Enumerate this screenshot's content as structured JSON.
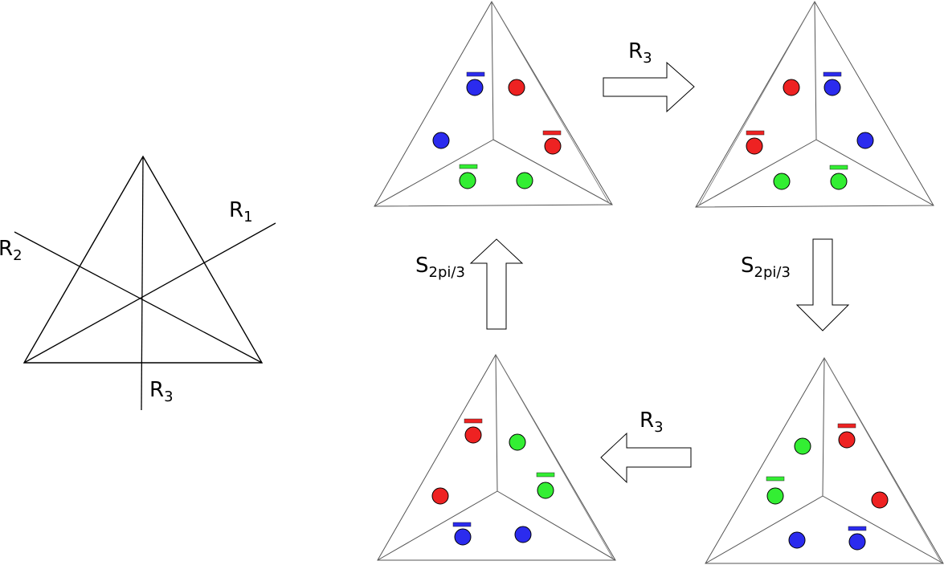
{
  "reflection_labels": {
    "r1": {
      "base": "R",
      "sub": "1"
    },
    "r2": {
      "base": "R",
      "sub": "2"
    },
    "r3": {
      "base": "R",
      "sub": "3"
    }
  },
  "arrow_labels": {
    "top": {
      "base": "R",
      "sub": "3"
    },
    "right": {
      "base": "S",
      "sub": "2pi/3"
    },
    "bottom": {
      "base": "R",
      "sub": "3"
    },
    "left": {
      "base": "S",
      "sub": "2pi/3"
    }
  },
  "colors": {
    "red": "#ee2222",
    "blue": "#2b2bee",
    "green": "#33ee33",
    "line": "#000000",
    "thin_line": "#555555"
  }
}
